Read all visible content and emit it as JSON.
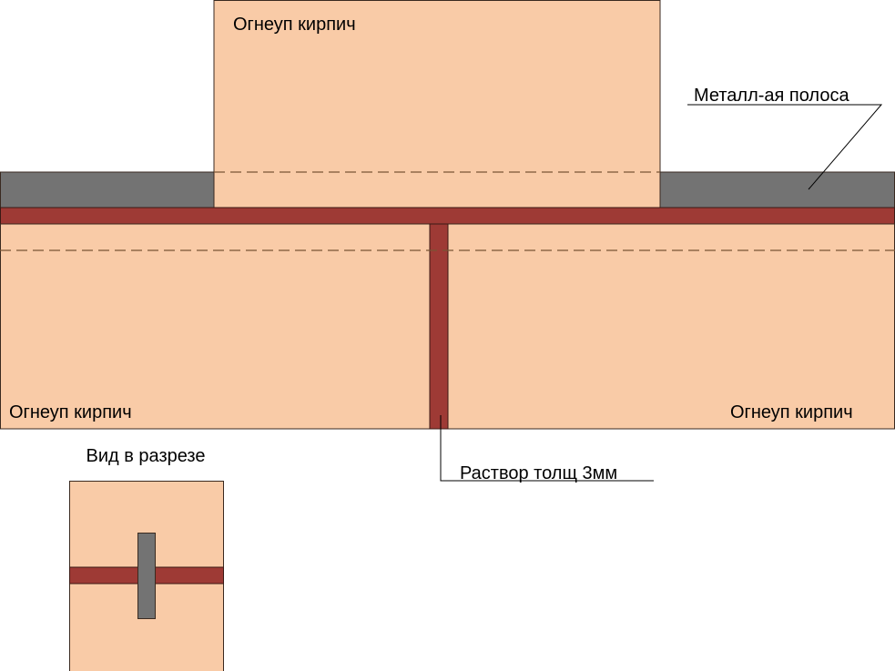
{
  "labels": {
    "top_brick": "Огнеуп кирпич",
    "left_brick": "Огнеуп кирпич",
    "right_brick": "Огнеуп кирпич",
    "metal_strip": "Металл-ая полоса",
    "mortar": "Раствор толщ 3мм",
    "section_title": "Вид в разрезе"
  },
  "colors": {
    "brick": "#F9CBA7",
    "mortar": "#9E3A35",
    "metal": "#737373",
    "outline": "#3a2a20",
    "dash": "#7a5535"
  }
}
